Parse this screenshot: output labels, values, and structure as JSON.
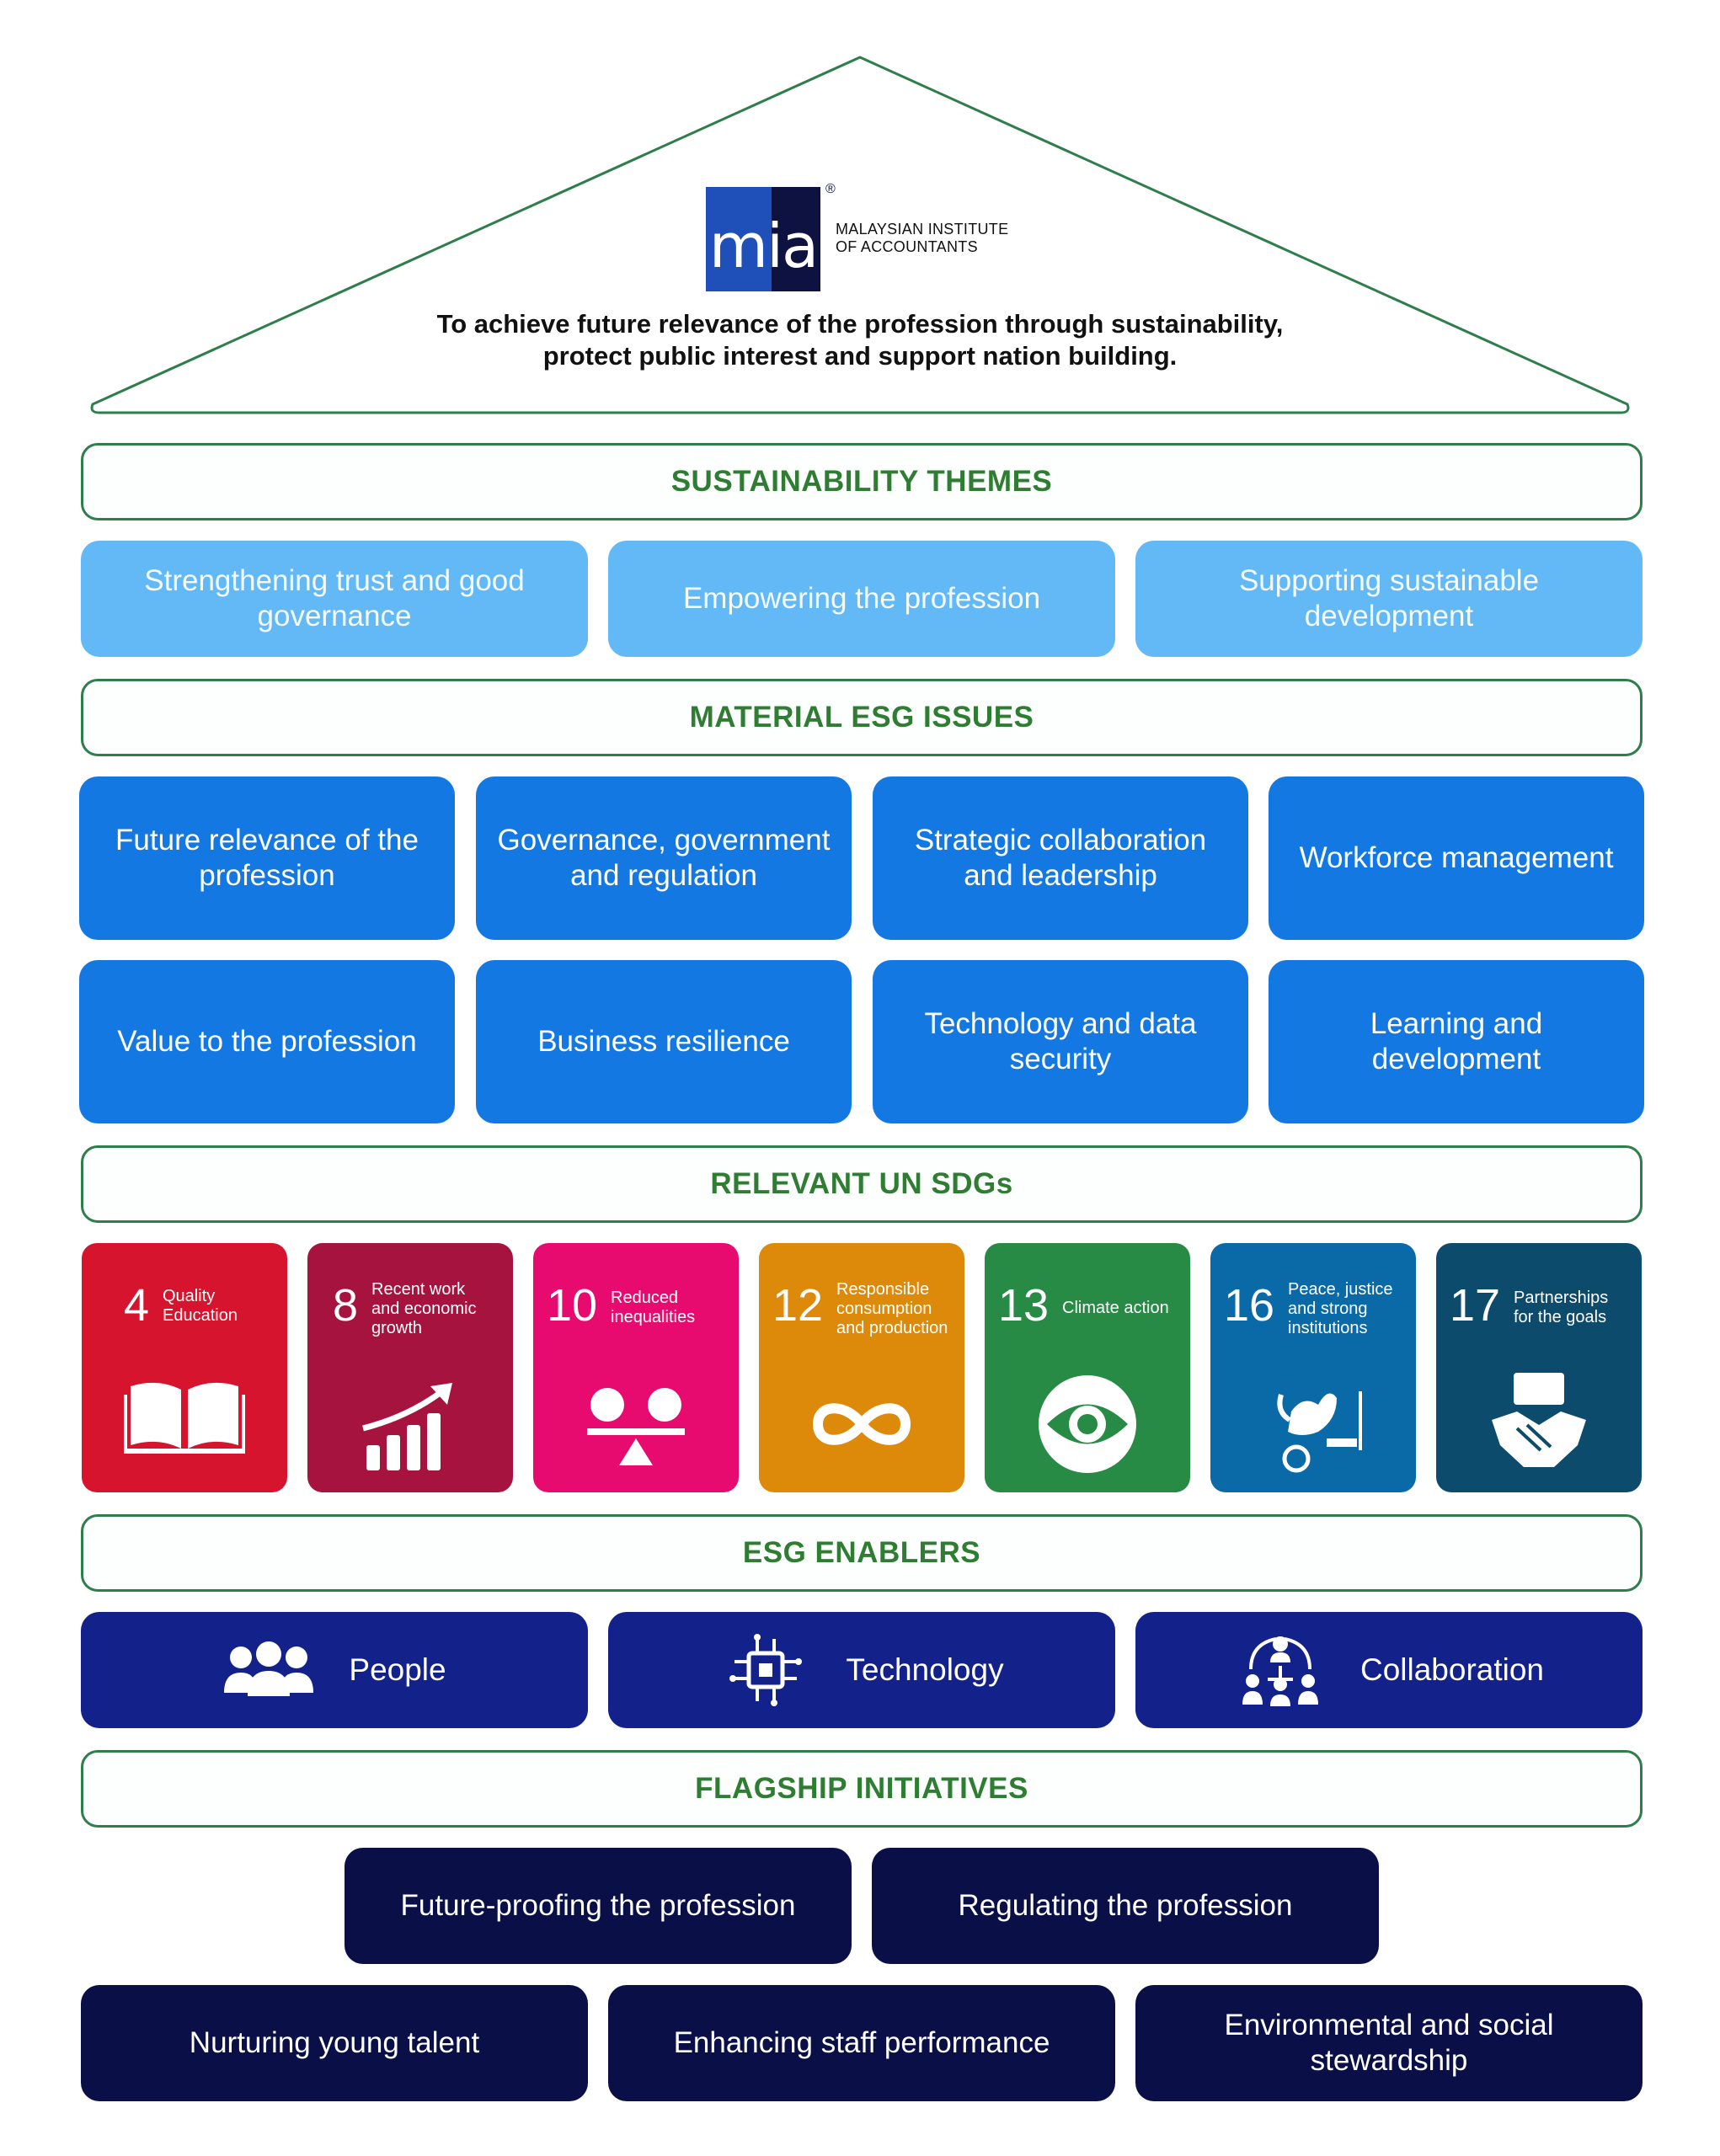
{
  "logo": {
    "mark": "mia",
    "registered": "®",
    "name_line1": "MALAYSIAN INSTITUTE",
    "name_line2": "OF ACCOUNTANTS"
  },
  "mission": {
    "line1": "To achieve future relevance of the profession through sustainability,",
    "line2": "protect public interest and support nation building."
  },
  "sections": {
    "themes_title": "SUSTAINABILITY THEMES",
    "issues_title": "MATERIAL ESG ISSUES",
    "sdgs_title": "RELEVANT UN SDGs",
    "enablers_title": "ESG ENABLERS",
    "flagship_title": "FLAGSHIP INITIATIVES"
  },
  "themes": [
    {
      "label": "Strengthening trust and good governance"
    },
    {
      "label": "Empowering the profession"
    },
    {
      "label": "Supporting sustainable development"
    }
  ],
  "issues": [
    {
      "label": "Future relevance of the profession"
    },
    {
      "label": "Governance, government and regulation"
    },
    {
      "label": "Strategic collaboration and leadership"
    },
    {
      "label": "Workforce management"
    },
    {
      "label": "Value to the profession"
    },
    {
      "label": "Business resilience"
    },
    {
      "label": "Technology and data security"
    },
    {
      "label": "Learning and development"
    }
  ],
  "sdgs": [
    {
      "number": "4",
      "line1": "Quality",
      "line2": "Education",
      "line3": "",
      "color": "#d6142d",
      "icon": "book-icon"
    },
    {
      "number": "8",
      "line1": "Recent work",
      "line2": "and economic",
      "line3": "growth",
      "color": "#a5133e",
      "icon": "growth-chart-icon"
    },
    {
      "number": "10",
      "line1": "Reduced",
      "line2": "inequalities",
      "line3": "",
      "color": "#e80b6f",
      "icon": "equality-icon"
    },
    {
      "number": "12",
      "line1": "Responsible",
      "line2": "consumption",
      "line3": "and production",
      "color": "#dd8a0b",
      "icon": "infinity-loop-icon"
    },
    {
      "number": "13",
      "line1": "Climate action",
      "line2": "",
      "line3": "",
      "color": "#278a45",
      "icon": "earth-eye-icon"
    },
    {
      "number": "16",
      "line1": "Peace, justice",
      "line2": "and strong",
      "line3": "institutions",
      "color": "#0a6aa8",
      "icon": "dove-gavel-icon"
    },
    {
      "number": "17",
      "line1": "Partnerships",
      "line2": "for the goals",
      "line3": "",
      "color": "#0c4b6c",
      "icon": "handshake-icon"
    }
  ],
  "enablers": [
    {
      "label": "People",
      "icon": "people-icon"
    },
    {
      "label": "Technology",
      "icon": "chip-icon"
    },
    {
      "label": "Collaboration",
      "icon": "network-people-icon"
    }
  ],
  "flagships": [
    {
      "label": "Future-proofing the profession"
    },
    {
      "label": "Regulating the profession"
    },
    {
      "label": "Nurturing young talent"
    },
    {
      "label": "Enhancing staff performance"
    },
    {
      "label": "Environmental and social stewardship"
    }
  ],
  "colors": {
    "roof_outline": "#2e7d4a",
    "header_text": "#2e7d32",
    "theme_box": "#63b8f6",
    "issue_box": "#1478e2",
    "enabler_box": "#13218a",
    "flagship_box": "#0b0f47"
  }
}
